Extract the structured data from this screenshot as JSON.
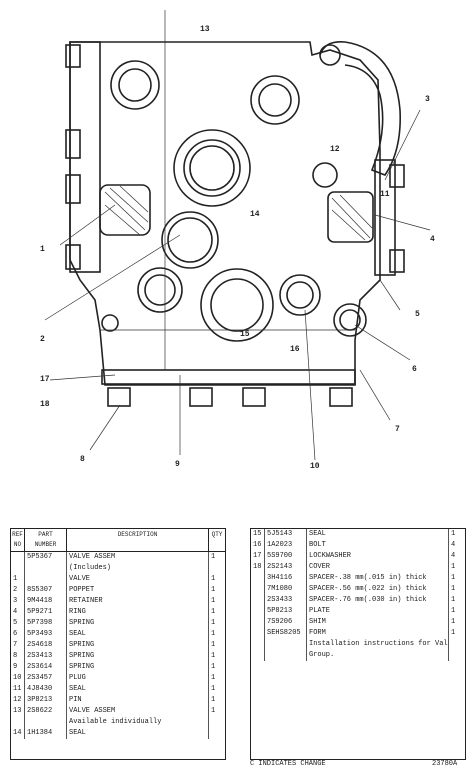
{
  "callouts": [
    "1",
    "2",
    "3",
    "4",
    "5",
    "6",
    "7",
    "8",
    "9",
    "10",
    "11",
    "12",
    "13",
    "14",
    "15",
    "16",
    "17",
    "18"
  ],
  "left_table": {
    "headers": [
      "REF NO",
      "PART NUMBER",
      "DESCRIPTION",
      "QTY"
    ],
    "rows": [
      {
        "no": "",
        "part": "5P5367",
        "desc": "VALVE ASSEM",
        "qty": "1"
      },
      {
        "no": "",
        "part": "",
        "desc": "(Includes)",
        "qty": ""
      },
      {
        "no": "1",
        "part": "",
        "desc": "VALVE",
        "qty": "1"
      },
      {
        "no": "2",
        "part": "8S5307",
        "desc": "POPPET",
        "qty": "1"
      },
      {
        "no": "3",
        "part": "9M4418",
        "desc": "RETAINER",
        "qty": "1"
      },
      {
        "no": "4",
        "part": "5P9271",
        "desc": "RING",
        "qty": "1"
      },
      {
        "no": "5",
        "part": "5P7398",
        "desc": "SPRING",
        "qty": "1"
      },
      {
        "no": "6",
        "part": "5P3493",
        "desc": "SEAL",
        "qty": "1"
      },
      {
        "no": "7",
        "part": "2S4618",
        "desc": "SPRING",
        "qty": "1"
      },
      {
        "no": "8",
        "part": "2S3413",
        "desc": "SPRING",
        "qty": "1"
      },
      {
        "no": "9",
        "part": "2S3614",
        "desc": "SPRING",
        "qty": "1"
      },
      {
        "no": "10",
        "part": "2S3457",
        "desc": "PLUG",
        "qty": "1"
      },
      {
        "no": "11",
        "part": "4J8430",
        "desc": "SEAL",
        "qty": "1"
      },
      {
        "no": "12",
        "part": "3P8213",
        "desc": "PIN",
        "qty": "1"
      },
      {
        "no": "13",
        "part": "2S8622",
        "desc": "VALVE ASSEM",
        "qty": "1"
      },
      {
        "no": "",
        "part": "",
        "desc": "Available individually",
        "qty": ""
      },
      {
        "no": "14",
        "part": "1H1384",
        "desc": "SEAL",
        "qty": ""
      }
    ]
  },
  "right_table": {
    "rows": [
      {
        "no": "15",
        "part": "5J5143",
        "desc": "SEAL",
        "qty": "1"
      },
      {
        "no": "16",
        "part": "1A2023",
        "desc": "BOLT",
        "qty": "4"
      },
      {
        "no": "17",
        "part": "5S9700",
        "desc": "LOCKWASHER",
        "qty": "4"
      },
      {
        "no": "18",
        "part": "2S2143",
        "desc": "COVER",
        "qty": "1"
      },
      {
        "no": "",
        "part": "3H4116",
        "desc": "SPACER-.38 mm(.015 in) thick",
        "qty": "1"
      },
      {
        "no": "",
        "part": "7M1080",
        "desc": "SPACER-.56 mm(.022 in) thick",
        "qty": "1"
      },
      {
        "no": "",
        "part": "2S3433",
        "desc": "SPACER-.76 mm(.030 in) thick",
        "qty": "1"
      },
      {
        "no": "",
        "part": "5P8213",
        "desc": "PLATE",
        "qty": "1"
      },
      {
        "no": "",
        "part": "7S9206",
        "desc": "SHIM",
        "qty": "1"
      },
      {
        "no": "",
        "part": "SEHS8205",
        "desc": "FORM",
        "qty": "1"
      },
      {
        "no": "",
        "part": "",
        "desc": "Installation instructions for Valve",
        "qty": ""
      },
      {
        "no": "",
        "part": "",
        "desc": "Group.",
        "qty": ""
      }
    ]
  },
  "footnote": "C INDICATES CHANGE",
  "sheet_code": "23780A"
}
